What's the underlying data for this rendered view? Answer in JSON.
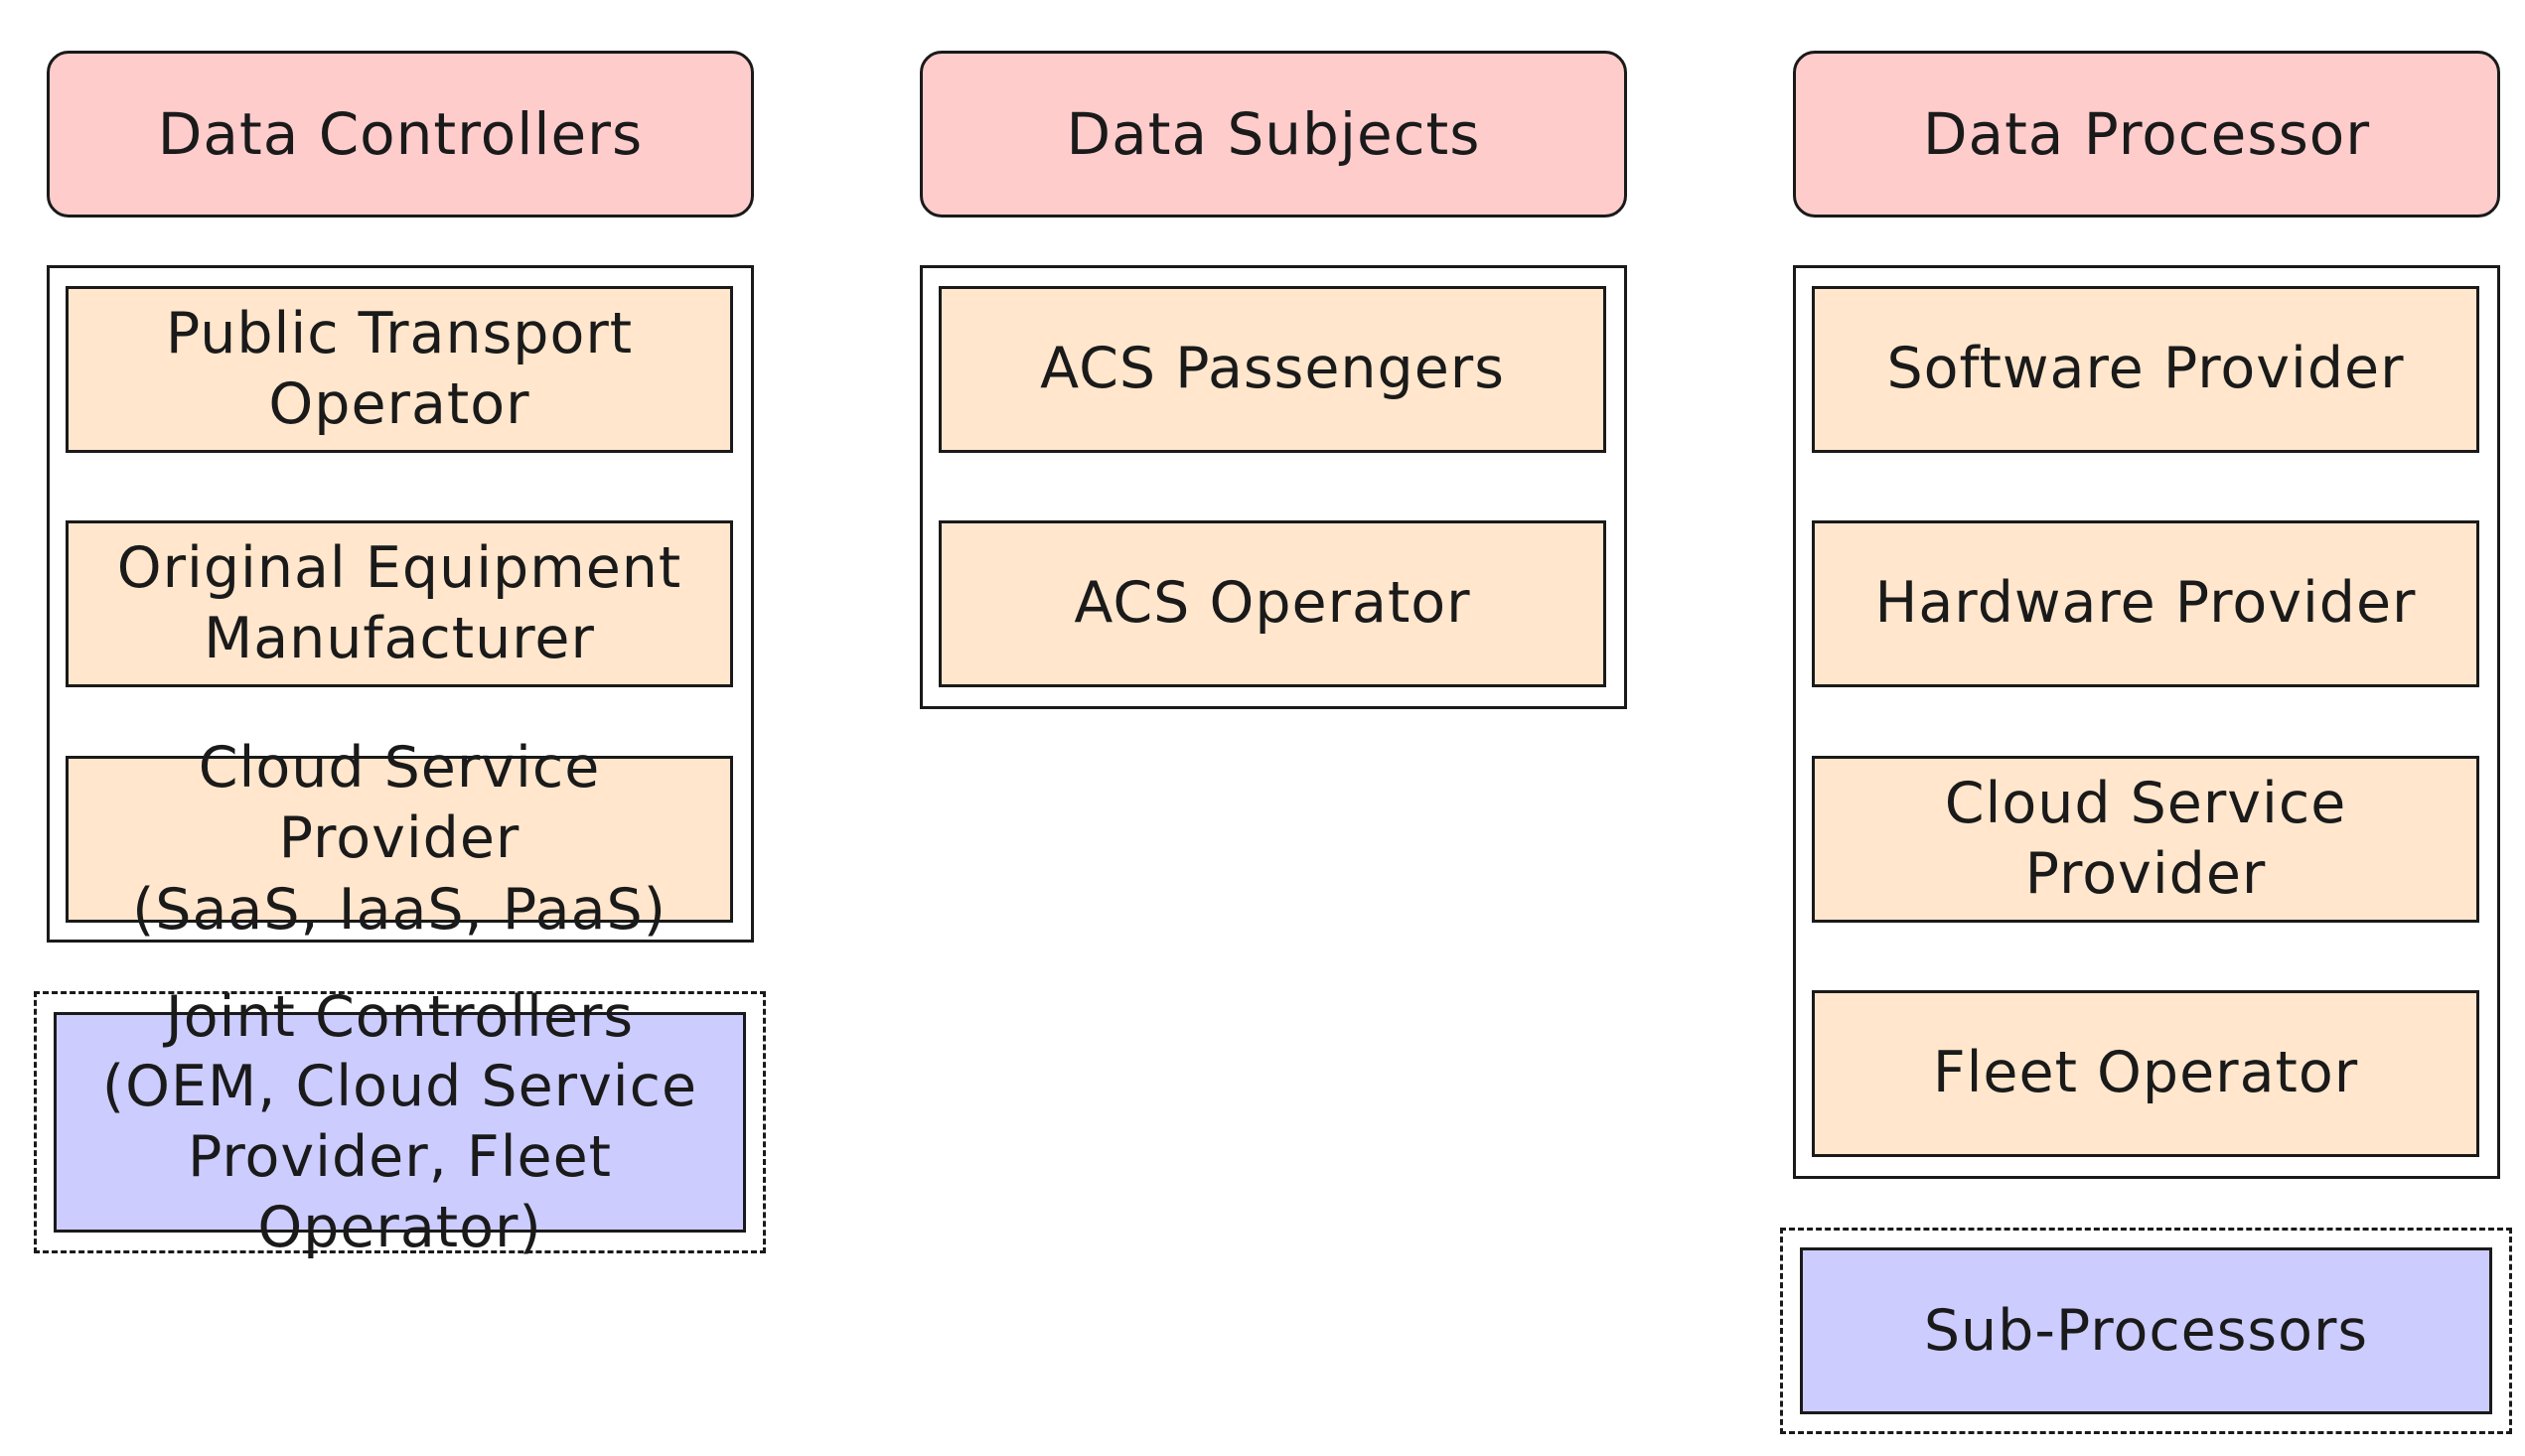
{
  "columns": [
    {
      "header": "Data Controllers",
      "items": [
        "Public Transport\nOperator",
        "Original Equipment\nManufacturer",
        "Cloud Service Provider\n(SaaS, IaaS, PaaS)"
      ],
      "extra": "Joint Controllers\n(OEM, Cloud Service\nProvider, Fleet Operator)"
    },
    {
      "header": "Data Subjects",
      "items": [
        "ACS Passengers",
        "ACS Operator"
      ]
    },
    {
      "header": "Data Processor",
      "items": [
        "Software Provider",
        "Hardware Provider",
        "Cloud Service Provider",
        "Fleet Operator"
      ],
      "extra": "Sub-Processors"
    }
  ],
  "colors": {
    "header_fill": "#ffcccc",
    "item_fill": "#ffe6cc",
    "extra_fill": "#ccccff",
    "stroke": "#1a1a1a"
  }
}
